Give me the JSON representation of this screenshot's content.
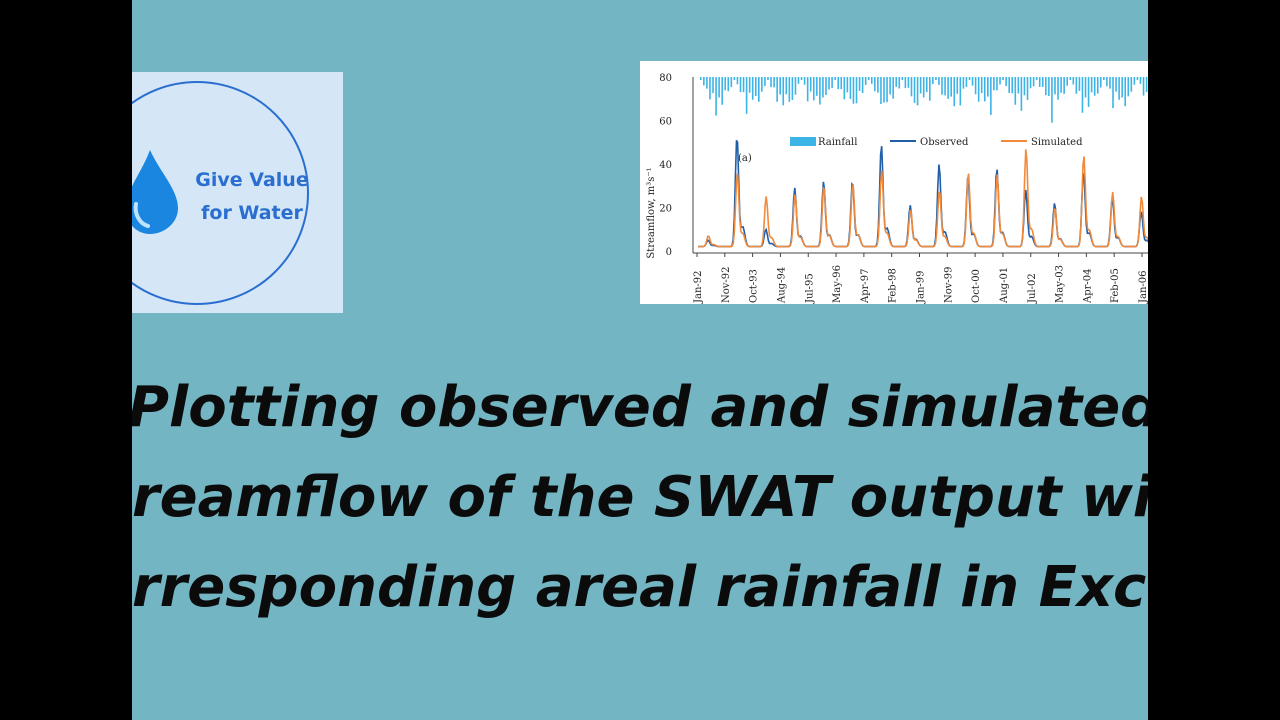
{
  "logo": {
    "line1": "Give Value",
    "line2": "for Water",
    "icon": "water-drop-icon",
    "text_color": "#2a6fd0"
  },
  "chart_data": {
    "type": "line",
    "ylabel": "Streamflow, m³s⁻¹",
    "ylim": [
      0,
      80
    ],
    "yticks": [
      0,
      20,
      40,
      60,
      80
    ],
    "panel_label": "(a)",
    "x_ticks": [
      "Jan-92",
      "Nov-92",
      "Oct-93",
      "Aug-94",
      "Jul-95",
      "May-96",
      "Apr-97",
      "Feb-98",
      "Jan-99",
      "Nov-99",
      "Oct-00",
      "Aug-01",
      "Jul-02",
      "May-03",
      "Apr-04",
      "Feb-05",
      "Jan-06"
    ],
    "legend": [
      "Rainfall",
      "Observed",
      "Simulated"
    ],
    "colors": {
      "rainfall": "#3cb4e6",
      "observed": "#1f5fa8",
      "simulated": "#f08a3c"
    },
    "rainfall_peaks_mm_depth_from_top": [
      5,
      12,
      8,
      20,
      6,
      18,
      10,
      22,
      5,
      14,
      9,
      21,
      7,
      16,
      8,
      19,
      4,
      13,
      10,
      24,
      6,
      15,
      9,
      20
    ],
    "series": [
      {
        "name": "Observed",
        "peaks": [
          3,
          51,
          8,
          27,
          30,
          30,
          47,
          19,
          38,
          32,
          36,
          26,
          20,
          35,
          23,
          16
        ]
      },
      {
        "name": "Simulated",
        "peaks": [
          5,
          34,
          23,
          24,
          28,
          29,
          35,
          17,
          26,
          34,
          33,
          45,
          18,
          42,
          25,
          23
        ]
      }
    ]
  },
  "headline": {
    "line1": "Plotting observed and simulated",
    "line2": "reamflow of the SWAT output wi",
    "line3": "rresponding areal rainfall in Exc"
  }
}
